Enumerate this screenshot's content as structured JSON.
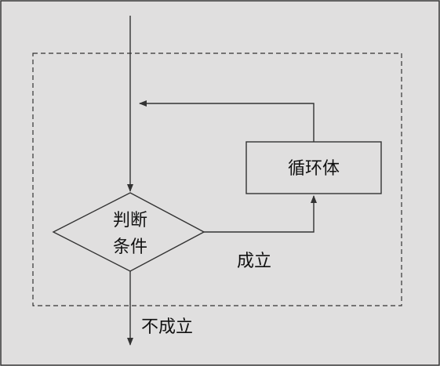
{
  "diagram": {
    "condition_line1": "判断",
    "condition_line2": "条件",
    "loop_body": "循环体",
    "true_label": "成立",
    "false_label": "不成立"
  },
  "colors": {
    "background": "#e0dfdf",
    "border": "#333333",
    "stroke": "#333333",
    "box_fill": "#e0dfdf"
  }
}
